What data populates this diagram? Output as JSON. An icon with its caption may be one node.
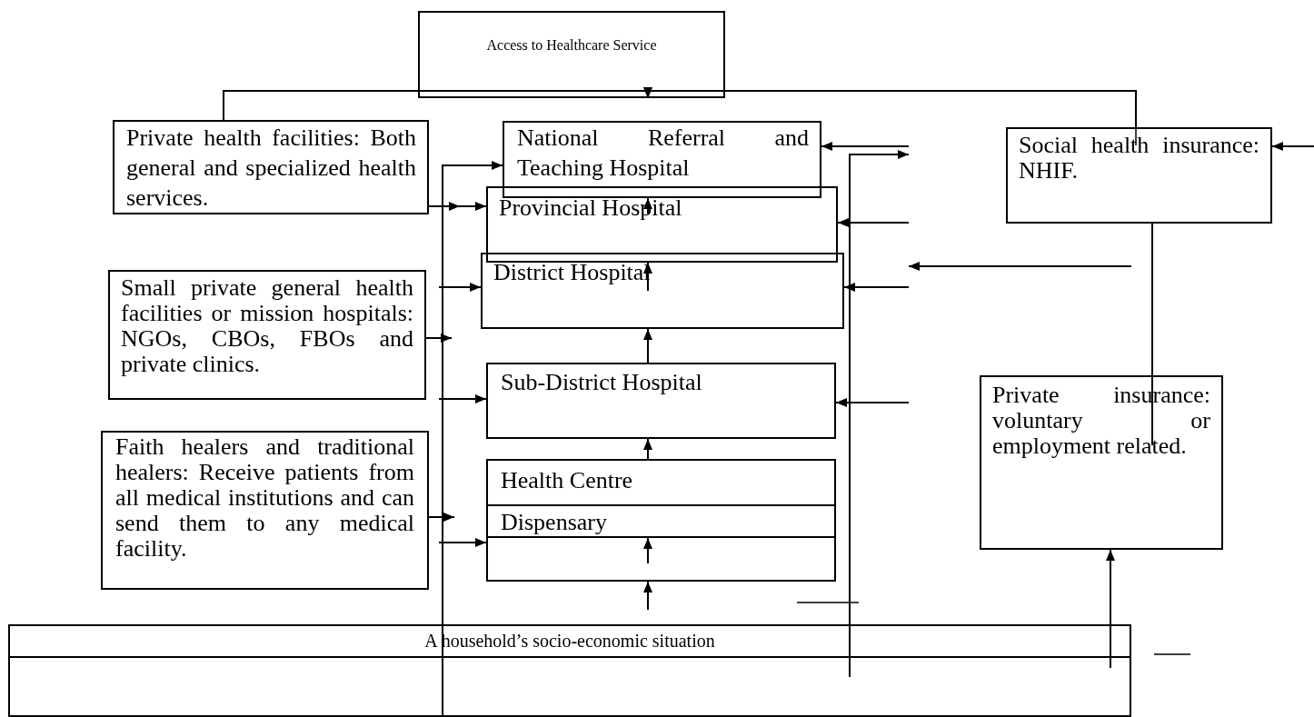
{
  "diagram": {
    "nodes": [
      {
        "text": [
          "Access to Healthcare Service"
        ]
      },
      {
        "text": [
          "Private health facilities: Both general and specialized health services."
        ]
      },
      {
        "text": [
          "National Referral and Teaching Hospital"
        ]
      },
      {
        "text": [
          "Provincial Hospital"
        ]
      },
      {
        "text": [
          "Small private general health facilities or mission hospitals: NGOs, CBOs, FBOs and private clinics."
        ]
      },
      {
        "text": [
          "District Hospital"
        ]
      },
      {
        "text": [
          "Sub-District Hospital"
        ]
      },
      {
        "text": [
          "Faith healers and traditional healers: Receive patients from all medical institutions and can send them to any medical facility."
        ]
      },
      {
        "text": [
          "Health Centre"
        ]
      },
      {
        "text": [
          "Dispensary"
        ]
      },
      {
        "text": [],
        "shape": "box"
      },
      {
        "text": [
          "Social health insurance: NHIF."
        ]
      },
      {
        "text": [
          "Private insurance: voluntary or employment related."
        ]
      },
      {
        "text": [
          "A household’s socio-economic situation"
        ]
      }
    ],
    "edges": [
      {
        "from": 1,
        "to": 0,
        "arrow": "to"
      },
      {
        "from": 11,
        "to": 0,
        "arrow": "to"
      },
      {
        "from": 3,
        "to": 2,
        "arrow": "to"
      },
      {
        "from": 5,
        "to": 3,
        "arrow": "to"
      },
      {
        "from": 6,
        "to": 5,
        "arrow": "to"
      },
      {
        "from": 8,
        "to": 6,
        "arrow": "to"
      },
      {
        "from": 10,
        "to": 9,
        "arrow": "to"
      },
      {
        "from": 13,
        "to": 10,
        "arrow": "to"
      },
      {
        "from": 13,
        "to": 2,
        "arrow": "to"
      },
      {
        "from": 1,
        "to": 3,
        "arrow": "to"
      },
      {
        "from": 4,
        "to": 5,
        "arrow": "to"
      },
      {
        "from": 4,
        "to": null,
        "arrow": "to"
      },
      {
        "from": 4,
        "to": 6,
        "arrow": "to"
      },
      {
        "from": 7,
        "to": null,
        "arrow": "to"
      },
      {
        "from": 7,
        "to": 10,
        "arrow": "to"
      },
      {
        "from": 13,
        "to": null,
        "arrow": "to"
      },
      {
        "from": null,
        "to": 2,
        "arrow": "to"
      },
      {
        "from": null,
        "to": 3,
        "arrow": "to"
      },
      {
        "from": null,
        "to": 5,
        "arrow": "to"
      },
      {
        "from": null,
        "to": 6,
        "arrow": "to"
      },
      {
        "from": null,
        "to": 11,
        "arrow": "to"
      },
      {
        "from": 13,
        "to": 12,
        "arrow": "to"
      },
      {
        "from": 11,
        "to": 12,
        "arrow": "none"
      }
    ]
  }
}
